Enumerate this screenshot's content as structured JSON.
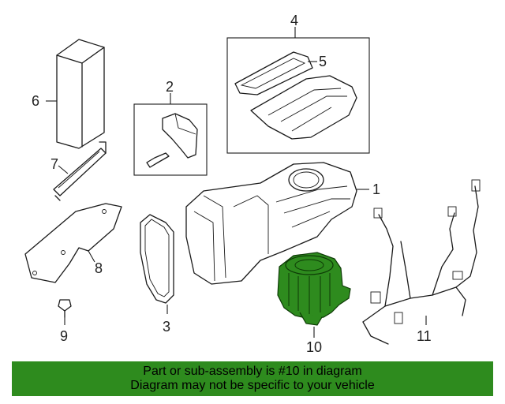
{
  "diagram": {
    "callouts": {
      "c1": "1",
      "c2": "2",
      "c3": "3",
      "c4": "4",
      "c5": "5",
      "c6": "6",
      "c7": "7",
      "c8": "8",
      "c9": "9",
      "c10": "10",
      "c11": "11"
    },
    "highlight_color": "#2e8b1e",
    "highlighted_part": "10"
  },
  "banner": {
    "line1": "Part or sub-assembly is #10 in diagram",
    "line2": "Diagram may not be specific to your vehicle",
    "background": "#2e8b1e"
  }
}
